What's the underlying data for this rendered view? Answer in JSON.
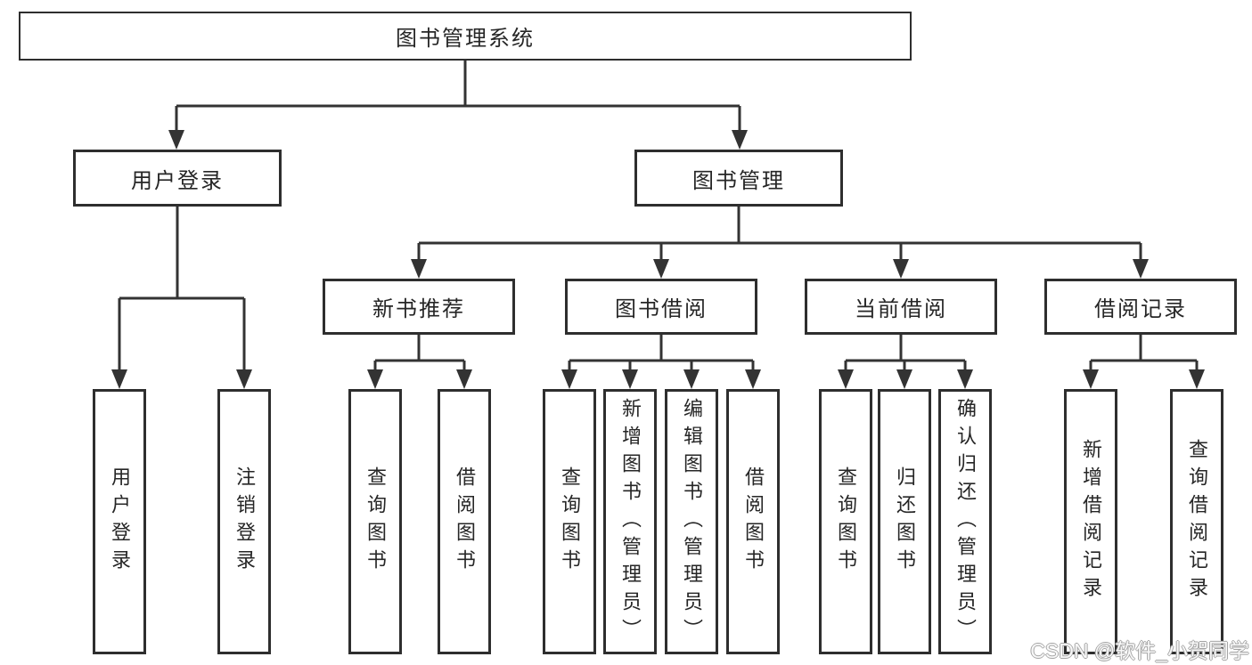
{
  "diagram": {
    "root": {
      "label": "图书管理系统"
    },
    "branches": [
      {
        "label": "用户登录",
        "children": [
          {
            "label": "用户登录"
          },
          {
            "label": "注销登录"
          }
        ]
      },
      {
        "label": "图书管理",
        "children": [
          {
            "label": "新书推荐",
            "children": [
              {
                "label": "查询图书"
              },
              {
                "label": "借阅图书"
              }
            ]
          },
          {
            "label": "图书借阅",
            "children": [
              {
                "label": "查询图书"
              },
              {
                "label": "新增图书（管理员）"
              },
              {
                "label": "编辑图书（管理员）"
              },
              {
                "label": "借阅图书"
              }
            ]
          },
          {
            "label": "当前借阅",
            "children": [
              {
                "label": "查询图书"
              },
              {
                "label": "归还图书"
              },
              {
                "label": "确认归还（管理员）"
              }
            ]
          },
          {
            "label": "借阅记录",
            "children": [
              {
                "label": "新增借阅记录"
              },
              {
                "label": "查询借阅记录"
              }
            ]
          }
        ]
      }
    ]
  },
  "watermark": {
    "text": "CSDN @软件_小贺同学"
  },
  "colors": {
    "line": "#333333",
    "border": "#2e2e2e",
    "text": "#262626",
    "background": "#ffffff",
    "watermark_outline": "#a3a3a3"
  }
}
